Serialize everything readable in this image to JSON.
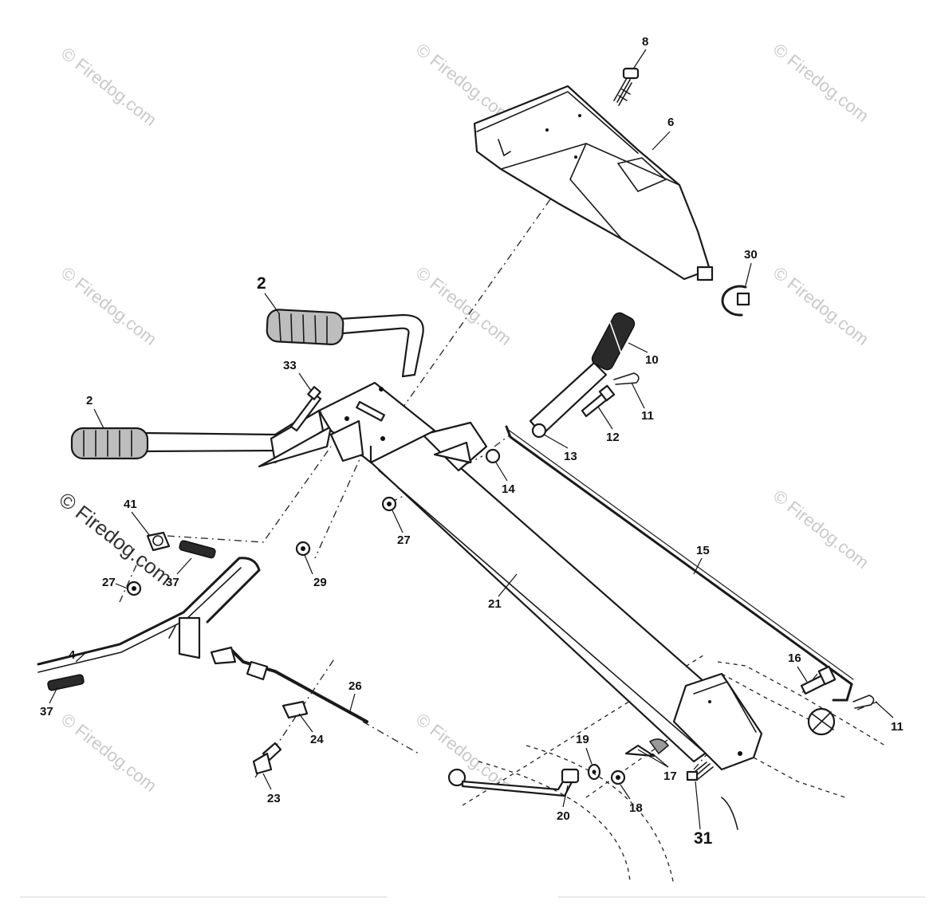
{
  "watermarks": [
    {
      "text": "© Firedog.com",
      "variant": "light"
    },
    {
      "text": "© Firedog.com",
      "variant": "light"
    },
    {
      "text": "© Firedog.com",
      "variant": "light"
    },
    {
      "text": "© Firedog.com",
      "variant": "light"
    },
    {
      "text": "© Firedog.com",
      "variant": "light"
    },
    {
      "text": "© Firedog.com",
      "variant": "light"
    },
    {
      "text": "© Firedog.com",
      "variant": "light"
    },
    {
      "text": "© Firedog.com",
      "variant": "light"
    },
    {
      "text": "© Firedog.com",
      "variant": "light"
    },
    {
      "text": "© Firedog.com",
      "variant": "dark"
    }
  ],
  "labels": [
    {
      "text": "8"
    },
    {
      "text": "6"
    },
    {
      "text": "30"
    },
    {
      "text": "2",
      "size": "big"
    },
    {
      "text": "10"
    },
    {
      "text": "11"
    },
    {
      "text": "33"
    },
    {
      "text": "12"
    },
    {
      "text": "2"
    },
    {
      "text": "13"
    },
    {
      "text": "14"
    },
    {
      "text": "41"
    },
    {
      "text": "27"
    },
    {
      "text": "27"
    },
    {
      "text": "37"
    },
    {
      "text": "29"
    },
    {
      "text": "15"
    },
    {
      "text": "21"
    },
    {
      "text": "4"
    },
    {
      "text": "16"
    },
    {
      "text": "26"
    },
    {
      "text": "11"
    },
    {
      "text": "37"
    },
    {
      "text": "24"
    },
    {
      "text": "19"
    },
    {
      "text": "17"
    },
    {
      "text": "23"
    },
    {
      "text": "20"
    },
    {
      "text": "18"
    },
    {
      "text": "31",
      "size": "big"
    }
  ]
}
